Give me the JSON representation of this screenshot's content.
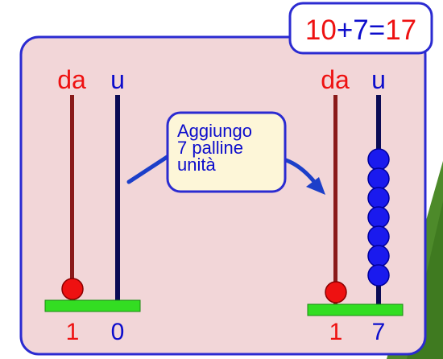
{
  "equation": {
    "first": "10",
    "plus": "+",
    "second": "7",
    "equals": "=",
    "result": "17"
  },
  "callout": {
    "lines": [
      "Aggiungo",
      "7 palline",
      "unità"
    ]
  },
  "left_abacus": {
    "tens_label": "da",
    "units_label": "u",
    "tens_digit": "1",
    "units_digit": "0",
    "tens_beads": 1,
    "units_beads": 0
  },
  "right_abacus": {
    "tens_label": "da",
    "units_label": "u",
    "tens_digit": "1",
    "units_digit": "7",
    "tens_beads": 1,
    "units_beads": 7
  },
  "colors": {
    "panel_fill": "#f2d6d8",
    "panel_border": "#2b2bd1",
    "tens": "#ee1111",
    "units": "#0d0dcc",
    "tens_rod": "#8a1a1a",
    "units_rod": "#0b0b55",
    "base": "#33dd22",
    "callout_fill": "#fdf6d8",
    "arrow": "#1c3fc9",
    "background_green": "#4d8a2a"
  }
}
